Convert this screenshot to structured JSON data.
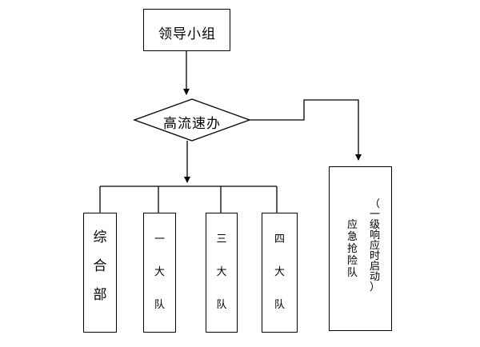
{
  "nodes": {
    "leadership": "领导小组",
    "decision": "高流速办",
    "general": [
      "综",
      "合",
      "部"
    ],
    "brigade1": [
      "一",
      "大",
      "队"
    ],
    "brigade3": [
      "三",
      "大",
      "队"
    ],
    "brigade4": [
      "四",
      "大",
      "队"
    ],
    "emergency": {
      "note": [
        "（",
        "一",
        "级",
        "响",
        "应",
        "时",
        "启",
        "动",
        "）"
      ],
      "name": [
        "应",
        "急",
        "抢",
        "险",
        "队"
      ]
    }
  }
}
